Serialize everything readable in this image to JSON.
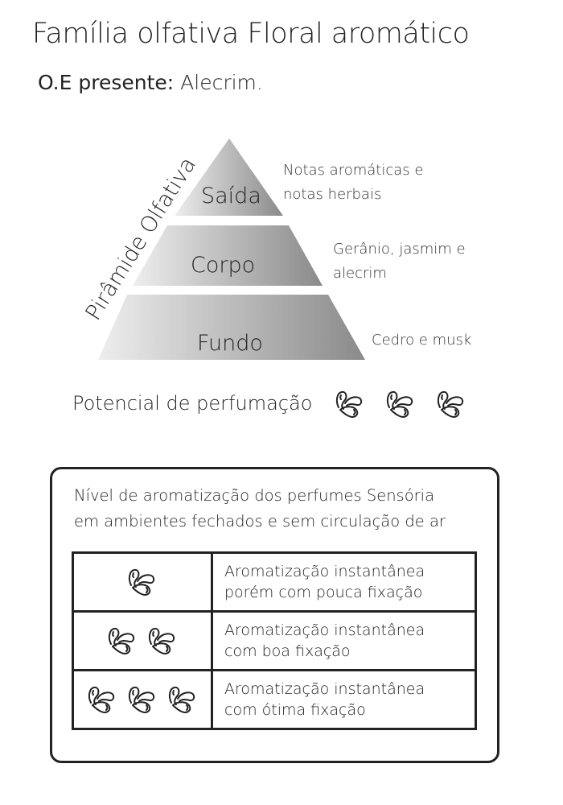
{
  "title": "Família olfativa Floral aromático",
  "oe": {
    "label": "O.E presente:",
    "value": "Alecrim."
  },
  "pyramid": {
    "side_label": "Pirâmide Olfativa",
    "levels": [
      {
        "name": "Saída",
        "notes": [
          "Notas aromáticas e",
          "notas herbais"
        ]
      },
      {
        "name": "Corpo",
        "notes": [
          "Gerânio, jasmim e",
          "alecrim"
        ]
      },
      {
        "name": "Fundo",
        "notes": [
          "Cedro e musk"
        ]
      }
    ]
  },
  "potencial": {
    "label": "Potencial de perfumação",
    "level": 3,
    "max": 3,
    "icon": "aroma-drops-icon"
  },
  "legend": {
    "heading": [
      "Nível de aromatização dos perfumes Sensória",
      "em ambientes fechados e  sem circulação de ar"
    ],
    "rows": [
      {
        "icons": 1,
        "text": [
          "Aromatização instantânea",
          "porém com pouca fixação"
        ]
      },
      {
        "icons": 2,
        "text": [
          "Aromatização instantânea",
          "com boa fixação"
        ]
      },
      {
        "icons": 3,
        "text": [
          "Aromatização instantânea",
          "com ótima fixação"
        ]
      }
    ]
  }
}
